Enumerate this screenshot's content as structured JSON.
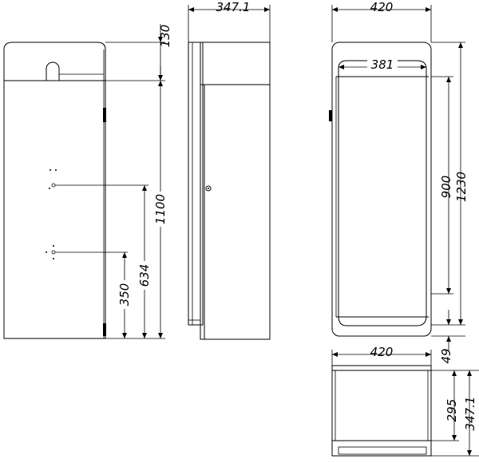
{
  "side_view": {
    "dim_top": "130",
    "dim_total": "1100",
    "dim_mid": "634",
    "dim_low": "350"
  },
  "front_view": {
    "dim_depth": "347.1"
  },
  "back_view": {
    "dim_width": "420",
    "dim_inner_width": "381",
    "dim_inner_height": "900",
    "dim_height": "1230",
    "dim_base": "49"
  },
  "top_view": {
    "dim_width": "420",
    "dim_inner_depth": "295",
    "dim_depth": "347.1"
  }
}
